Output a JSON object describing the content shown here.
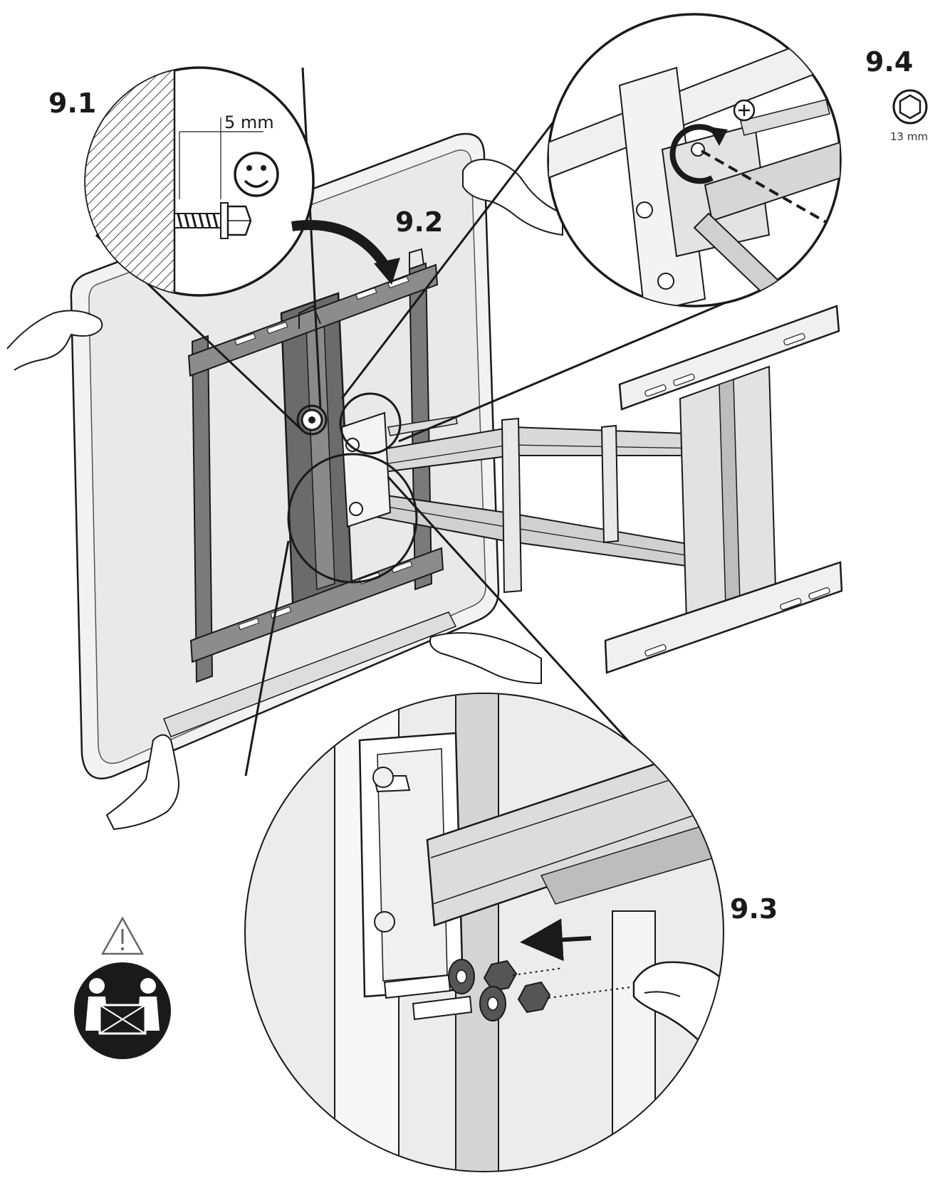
{
  "steps": {
    "s91": "9.1",
    "s92": "9.2",
    "s93": "9.3",
    "s94": "9.4"
  },
  "dimensions": {
    "gap": "5 mm",
    "wrench_size": "13 mm"
  },
  "icons": {
    "warning": "warning-triangle-icon",
    "two_person_lift": "two-person-lift-icon",
    "smiley": "smiley-icon",
    "hex_wrench": "hex-socket-icon",
    "plus": "plus-icon"
  },
  "colors": {
    "line": "#1a1a1a",
    "tv_panel": "#eeeeee",
    "bracket_dark": "#6b6b6b",
    "metal_light": "#d9d9d9"
  }
}
